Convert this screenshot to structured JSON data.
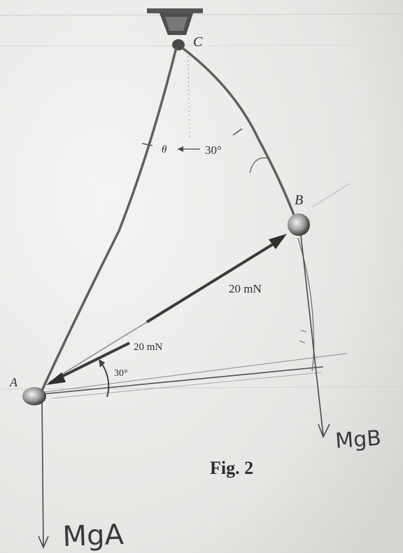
{
  "labels": {
    "point_c": "C",
    "point_b": "B",
    "point_a": "A",
    "angle_theta": "θ",
    "angle_top": "30°",
    "force_ab": "20 mN",
    "force_ba": "20 mN",
    "angle_bottom": "30°",
    "weight_a": "MgA",
    "weight_b": "MgB",
    "fig_caption": "Fig. 2"
  },
  "colors": {
    "paper": "#e9e9e7",
    "ink": "#3a3a3a",
    "pencil": "#5a5a5a"
  }
}
